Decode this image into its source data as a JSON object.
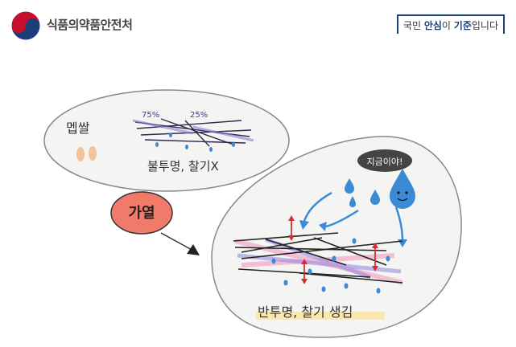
{
  "header": {
    "org_name": "식품의약품안전처",
    "slogan_pre": "국민 ",
    "slogan_b1": "안심",
    "slogan_mid": "이 ",
    "slogan_b2": "기준",
    "slogan_post": "입니다"
  },
  "illustration": {
    "rice_label": "멥쌀",
    "pct_left": "75%",
    "pct_right": "25%",
    "opaque_caption": "불투명, 찰기X",
    "heat_label": "가열",
    "water_callout": "지금이야!",
    "after_caption": "반투명, 찰기 생김"
  },
  "colors": {
    "brand_blue": "#1b3f7a",
    "brand_red": "#c8102e",
    "heat_bubble": "#f27a6a",
    "water": "#3a8ad6"
  }
}
